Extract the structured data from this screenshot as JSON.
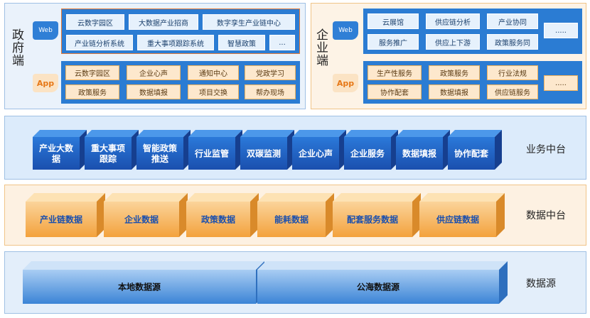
{
  "gov": {
    "label": "政府端",
    "web_tag": "Web",
    "app_tag": "App",
    "web_items": [
      "云数字园区",
      "大数据产业招商",
      "数字孪生产业链中心",
      "产业链分析系统",
      "重大事项跟踪系统",
      "智慧政策",
      "..."
    ],
    "app_items": [
      "云数字园区",
      "企业心声",
      "通知中心",
      "党政学习",
      "政策服务",
      "数据填报",
      "项目交换",
      "帮办现场"
    ]
  },
  "ent": {
    "label": "企业端",
    "web_tag": "Web",
    "app_tag": "App",
    "web_items": [
      "云展馆",
      "供应链分析",
      "产业协同",
      "服务推广",
      "供应上下游",
      "政策服务同",
      "....."
    ],
    "app_items": [
      "生产性服务",
      "政策服务",
      "行业法规",
      "协作配套",
      "数据填报",
      "供应链服务",
      "....."
    ]
  },
  "business_layer": {
    "label": "业务中台",
    "items": [
      "产业大数据",
      "重大事项跟踪",
      "智能政策推送",
      "行业监管",
      "双碳监测",
      "企业心声",
      "企业服务",
      "数据填报",
      "协作配套"
    ]
  },
  "data_layer": {
    "label": "数据中台",
    "items": [
      "产业链数据",
      "企业数据",
      "政策数据",
      "能耗数据",
      "配套服务数据",
      "供应链数据"
    ]
  },
  "source_layer": {
    "label": "数据源",
    "items": [
      "本地数据源",
      "公海数据源"
    ]
  },
  "colors": {
    "blue_dark": "#1f63c6",
    "blue_light": "#4a9ae8",
    "orange_dark": "#f0a040",
    "orange_light": "#fdd79a"
  }
}
